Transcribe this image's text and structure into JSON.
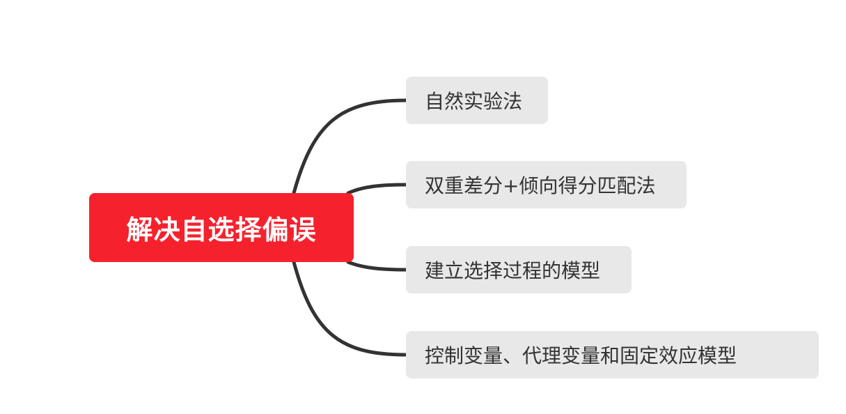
{
  "root": {
    "label": "解决自选择偏误",
    "color": "#f5222d"
  },
  "branches": [
    {
      "label": "自然实验法"
    },
    {
      "label": "双重差分+倾向得分匹配法"
    },
    {
      "label": "建立选择过程的模型"
    },
    {
      "label": "控制变量、代理变量和固定效应模型"
    }
  ],
  "colors": {
    "branch_fill": "#e8e8e8",
    "connector": "#333333",
    "child_text": "#333333"
  }
}
